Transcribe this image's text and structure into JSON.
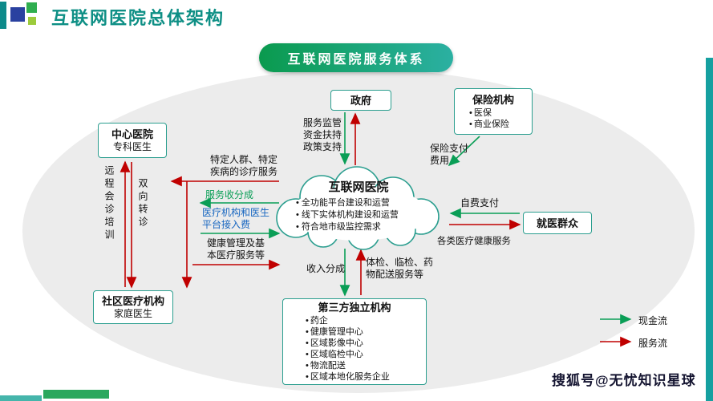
{
  "colors": {
    "accent_teal": "#0e8f85",
    "cash_green": "#0a9e56",
    "service_red": "#c00000",
    "fee_blue": "#1565c0",
    "ellipse_gray": "#ececec"
  },
  "header": {
    "title": "互联网医院总体架构"
  },
  "banner": {
    "label": "互联网医院服务体系"
  },
  "nodes": {
    "government": {
      "title": "政府"
    },
    "insurance": {
      "title": "保险机构",
      "items": [
        "医保",
        "商业保险"
      ]
    },
    "central_hospital": {
      "title": "中心医院",
      "subtitle": "专科医生"
    },
    "community_org": {
      "title": "社区医疗机构",
      "subtitle": "家庭医生"
    },
    "patients": {
      "title": "就医群众"
    },
    "third_party": {
      "title": "第三方独立机构",
      "items": [
        "药企",
        "健康管理中心",
        "区域影像中心",
        "区域临检中心",
        "物流配送",
        "区域本地化服务企业"
      ]
    },
    "internet_hospital": {
      "title": "互联网医院",
      "items": [
        "全功能平台建设和运营",
        "线下实体机构建设和运营",
        "符合地市级监控需求"
      ]
    }
  },
  "edge_labels": {
    "gov_support": "服务监管\n资金扶持\n政策支持",
    "insurance_pay": "保险支付\n费用",
    "special_treatment": "特定人群、特定\n疾病的诊疗服务",
    "service_share": "服务收分成",
    "platform_fee": "医疗机构和医生\n平台接入费",
    "basic_service": "健康管理及基\n本医疗服务等",
    "remote_training": "远程会诊培训",
    "two_way_referral": "双向转诊",
    "self_pay": "自费支付",
    "health_services": "各类医疗健康服务",
    "income_share": "收入分成",
    "delivery_services": "体检、临检、药\n物配送服务等"
  },
  "legend": {
    "cash_flow": "现金流",
    "service_flow": "服务流"
  },
  "footer": {
    "watermark": "搜狐号@无忧知识星球"
  }
}
